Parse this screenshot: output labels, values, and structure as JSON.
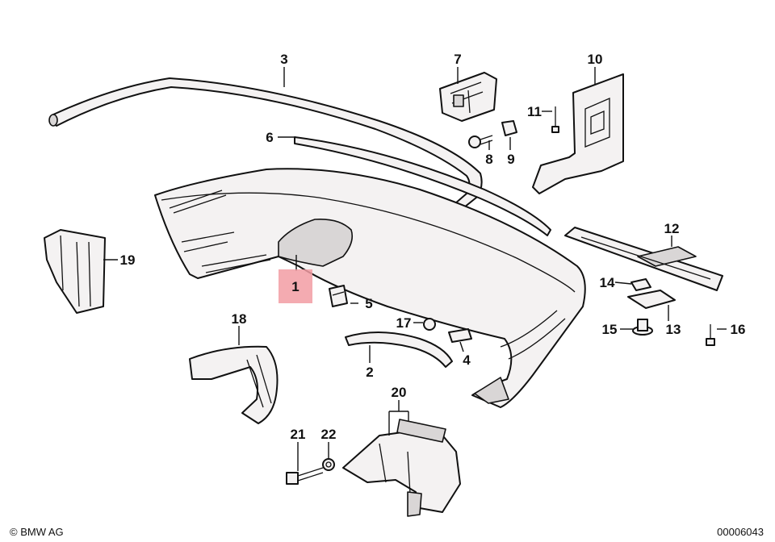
{
  "diagram": {
    "copyright": "© BMW AG",
    "diagram_number": "00006043",
    "highlight_color": "#f29ca3",
    "callouts": {
      "p1": "1",
      "p2": "2",
      "p3": "3",
      "p4": "4",
      "p5": "5",
      "p6": "6",
      "p7": "7",
      "p8": "8",
      "p9": "9",
      "p10": "10",
      "p11": "11",
      "p12": "12",
      "p13": "13",
      "p14": "14",
      "p15": "15",
      "p16": "16",
      "p17": "17",
      "p18": "18",
      "p19": "19",
      "p20": "20",
      "p21": "21",
      "p22": "22"
    }
  }
}
